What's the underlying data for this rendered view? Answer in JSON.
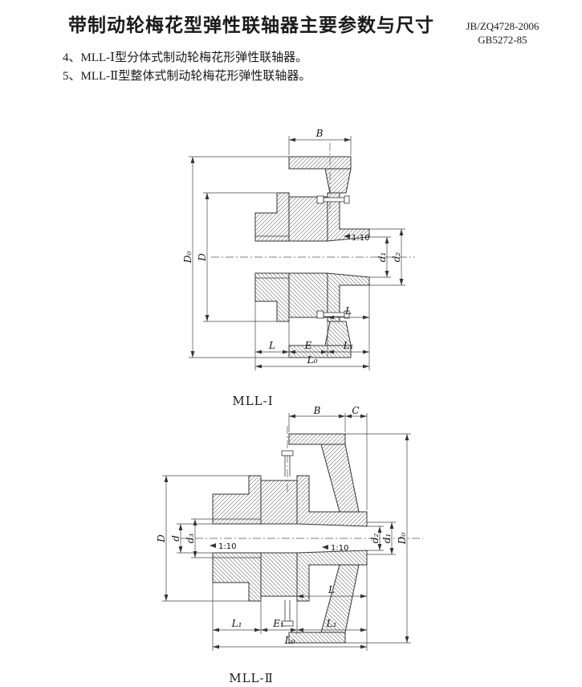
{
  "page": {
    "title": "带制动轮梅花型弹性联轴器主要参数与尺寸",
    "standard_line1": "JB/ZQ4728-2006",
    "standard_line2": "GB5272-85",
    "notes": [
      "4、MLL-Ⅰ型分体式制动轮梅花形弹性联轴器。",
      "5、MLL-Ⅱ型整体式制动轮梅花形弹性联轴器。"
    ]
  },
  "figure1": {
    "caption": "MLL-Ⅰ",
    "labels": {
      "b": "B",
      "d0": "D₀",
      "D": "D",
      "d1": "d₁",
      "d2": "d₂",
      "taper": "1:10",
      "l_inner": "L",
      "l": "L",
      "e": "E",
      "l1": "L₁",
      "l0": "L₀"
    }
  },
  "figure2": {
    "caption": "MLL-Ⅱ",
    "labels": {
      "b": "B",
      "c": "C",
      "D": "D",
      "d": "d",
      "d3": "d₃",
      "d2": "d₂",
      "d1": "d₁",
      "d0": "D₀",
      "taper_left": "1:10",
      "taper_right": "1:10",
      "l_inner": "L",
      "l1_left": "L₁",
      "e1": "E₁",
      "l1_right": "L₁",
      "l0": "L₀"
    }
  }
}
